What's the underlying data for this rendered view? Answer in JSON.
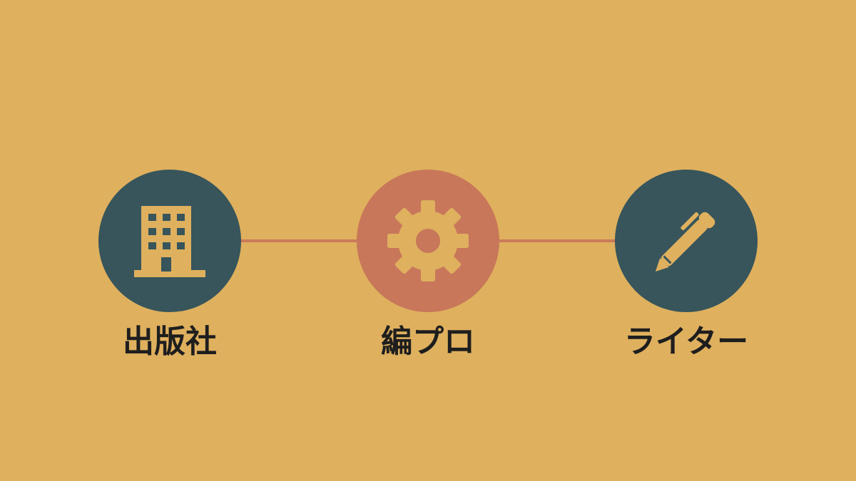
{
  "colors": {
    "background": "#DFB05E",
    "teal": "#37555B",
    "coral": "#C8775A",
    "icon_fill": "#DFB05E",
    "connector": "#CC7A5A",
    "label_text": "#1E1E1E"
  },
  "nodes": [
    {
      "id": "publisher",
      "label": "出版社",
      "icon": "building-icon",
      "color": "teal"
    },
    {
      "id": "editorial",
      "label": "編プロ",
      "icon": "gear-icon",
      "color": "coral"
    },
    {
      "id": "writer",
      "label": "ライター",
      "icon": "pen-icon",
      "color": "teal"
    }
  ]
}
